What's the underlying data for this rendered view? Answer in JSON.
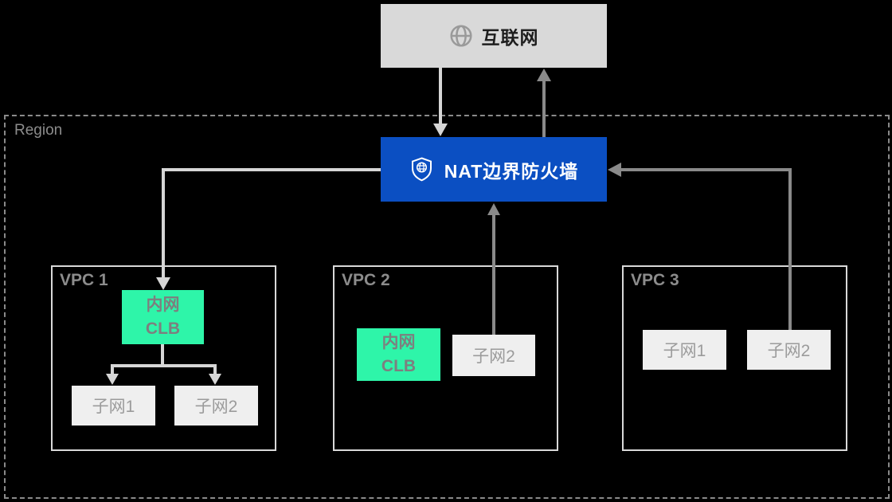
{
  "colors": {
    "canvas-bg": "#000000",
    "internet-bg": "#d9d9d9",
    "internet-text": "#1e1e1e",
    "firewall-bg": "#0b4fc2",
    "firewall-text": "#ffffff",
    "clb-bg": "#2ef5a9",
    "clb-text": "#7d7f7f",
    "subnet-bg": "#efefef",
    "subnet-text": "#9b9b9b",
    "arrow-light": "#d6d6d6",
    "arrow-dark": "#8a8a8a",
    "region-border": "#8a8a8a",
    "vpc-border": "#d9d9d9",
    "label-gray": "#8c8c8c",
    "globe-gray": "#9a9a9a"
  },
  "internet": {
    "label": "互联网",
    "icon": "globe-icon"
  },
  "region": {
    "label": "Region"
  },
  "firewall": {
    "label": "NAT边界防火墙",
    "icon": "shield-globe-icon"
  },
  "vpcs": [
    {
      "label": "VPC 1",
      "clb": {
        "line1": "内网",
        "line2": "CLB"
      },
      "subnets": [
        "子网1",
        "子网2"
      ]
    },
    {
      "label": "VPC 2",
      "clb": {
        "line1": "内网",
        "line2": "CLB"
      },
      "subnets": [
        "子网2"
      ]
    },
    {
      "label": "VPC 3",
      "subnets": [
        "子网1",
        "子网2"
      ]
    }
  ],
  "connectors": [
    {
      "name": "internet-to-firewall",
      "direction": "down",
      "tone": "light"
    },
    {
      "name": "firewall-to-internet",
      "direction": "up",
      "tone": "dark"
    },
    {
      "name": "firewall-to-vpc1-clb",
      "direction": "left-down",
      "tone": "light"
    },
    {
      "name": "vpc1-clb-to-subnets",
      "direction": "down-split",
      "tone": "light"
    },
    {
      "name": "vpc2-subnet2-to-firewall",
      "direction": "up",
      "tone": "dark"
    },
    {
      "name": "vpc3-subnet2-to-firewall",
      "direction": "up-left",
      "tone": "dark"
    }
  ]
}
